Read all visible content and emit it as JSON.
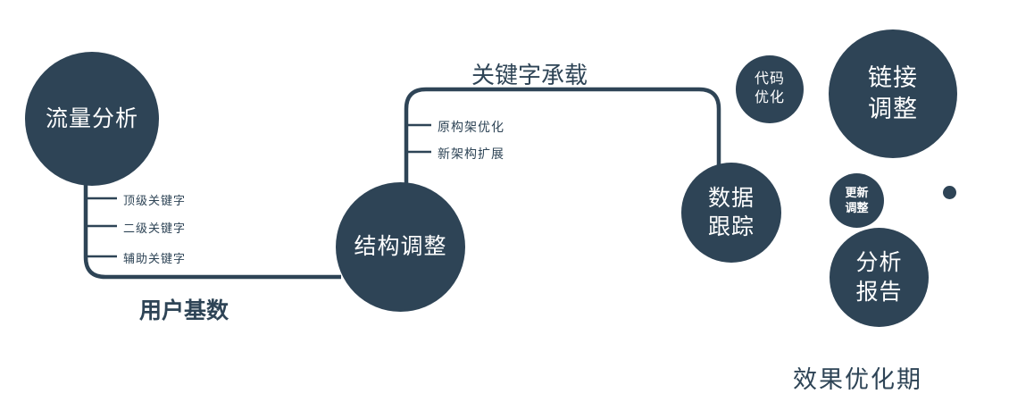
{
  "colors": {
    "primary": "#2e4456",
    "text_on_dark": "#ffffff",
    "background": "#ffffff"
  },
  "nodes": {
    "traffic_analysis": {
      "label": "流量分析"
    },
    "structure_adjust": {
      "label": "结构调整"
    },
    "data_tracking": {
      "lines": [
        "数据",
        "跟踪"
      ]
    },
    "code_optimize": {
      "lines": [
        "代码",
        "优化"
      ]
    },
    "link_adjust": {
      "lines": [
        "链接",
        "调整"
      ]
    },
    "update_adjust": {
      "lines": [
        "更新",
        "调整"
      ]
    },
    "analysis_report": {
      "lines": [
        "分析",
        "报告"
      ]
    }
  },
  "edge_labels": {
    "user_base": "用户基数",
    "keyword_carry": "关键字承载"
  },
  "branches": {
    "traffic": [
      "顶级关键字",
      "二级关键字",
      "辅助关键字"
    ],
    "structure": [
      "原构架优化",
      "新架构扩展"
    ]
  },
  "caption": "效果优化期"
}
